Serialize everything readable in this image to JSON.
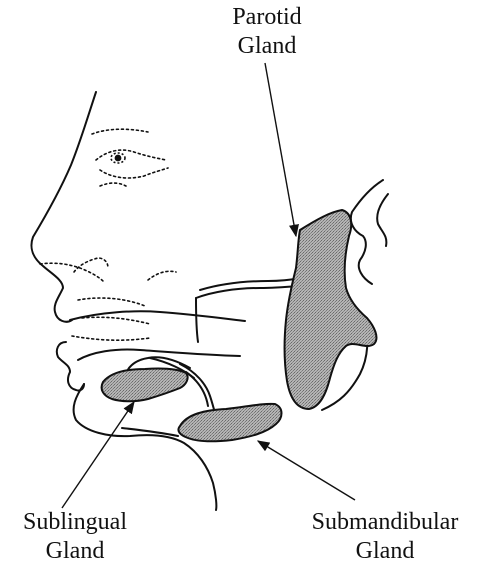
{
  "labels": {
    "parotid": {
      "line1": "Parotid",
      "line2": "Gland"
    },
    "sublingual": {
      "line1": "Sublingual",
      "line2": "Gland"
    },
    "submandibular": {
      "line1": "Submandibular",
      "line2": "Gland"
    }
  },
  "colors": {
    "outline": "#111111",
    "gland_fill": "#a9a9a9"
  }
}
